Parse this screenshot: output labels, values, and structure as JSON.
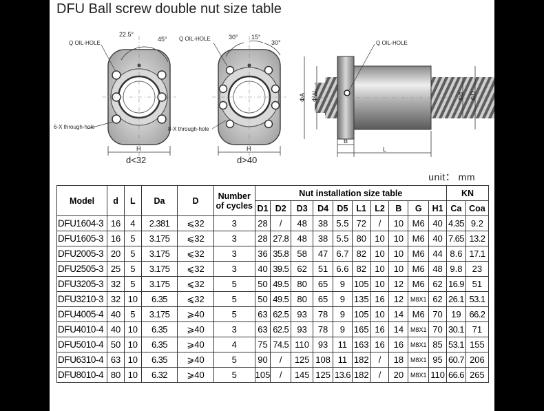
{
  "title": "DFU Ball screw double nut size table",
  "drawings": {
    "left": {
      "angle1": "22.5°",
      "angle2": "45°",
      "oil_hole": "Q OIL-HOLE",
      "through_hole": "6-X through-hole",
      "h_label": "H",
      "caption": "d<32"
    },
    "middle": {
      "angle1": "30°",
      "angle2": "15°",
      "angle3": "30°",
      "oil_hole": "Q OIL-HOLE",
      "through_hole": "8-X through-hole",
      "h_label": "H",
      "caption": "d>40"
    },
    "side": {
      "oil_hole": "Q OIL-HOLE",
      "dim_a": "ΦA",
      "dim_w": "ΦW",
      "dim_b": "B",
      "dim_l": "L",
      "dim_d": "Φd",
      "dim_d1": "ΦD"
    }
  },
  "unit_label": "unit： mm",
  "table": {
    "group_nut": "Nut installation size table",
    "group_kn": "KN",
    "col_model": "Model",
    "col_d": "d",
    "col_l": "L",
    "col_da": "Da",
    "col_D": "D",
    "col_cycles": "Number of cycles",
    "sub_headers": [
      "D1",
      "D2",
      "D3",
      "D4",
      "D5",
      "L1",
      "L2",
      "B",
      "G",
      "H1",
      "Ca",
      "Coa"
    ],
    "rows": [
      [
        "DFU1604-3",
        "16",
        "4",
        "2.381",
        "⩽32",
        "3",
        "28",
        "/",
        "48",
        "38",
        "5.5",
        "72",
        "/",
        "10",
        "M6",
        "40",
        "4.35",
        "9.2"
      ],
      [
        "DFU1605-3",
        "16",
        "5",
        "3.175",
        "⩽32",
        "3",
        "28",
        "27.8",
        "48",
        "38",
        "5.5",
        "80",
        "10",
        "10",
        "M6",
        "40",
        "7.65",
        "13.2"
      ],
      [
        "DFU2005-3",
        "20",
        "5",
        "3.175",
        "⩽32",
        "3",
        "36",
        "35.8",
        "58",
        "47",
        "6.7",
        "82",
        "10",
        "10",
        "M6",
        "44",
        "8.6",
        "17.1"
      ],
      [
        "DFU2505-3",
        "25",
        "5",
        "3.175",
        "⩽32",
        "3",
        "40",
        "39.5",
        "62",
        "51",
        "6.6",
        "82",
        "10",
        "10",
        "M6",
        "48",
        "9.8",
        "23"
      ],
      [
        "DFU3205-3",
        "32",
        "5",
        "3.175",
        "⩽32",
        "5",
        "50",
        "49.5",
        "80",
        "65",
        "9",
        "105",
        "10",
        "12",
        "M6",
        "62",
        "16.9",
        "51"
      ],
      [
        "DFU3210-3",
        "32",
        "10",
        "6.35",
        "⩽32",
        "5",
        "50",
        "49.5",
        "80",
        "65",
        "9",
        "135",
        "16",
        "12",
        "M8X1",
        "62",
        "26.1",
        "53.1"
      ],
      [
        "DFU4005-4",
        "40",
        "5",
        "3.175",
        "⩾40",
        "5",
        "63",
        "62.5",
        "93",
        "78",
        "9",
        "105",
        "10",
        "14",
        "M6",
        "70",
        "19",
        "66.2"
      ],
      [
        "DFU4010-4",
        "40",
        "10",
        "6.35",
        "⩾40",
        "3",
        "63",
        "62.5",
        "93",
        "78",
        "9",
        "165",
        "16",
        "14",
        "M8X1",
        "70",
        "30.1",
        "71"
      ],
      [
        "DFU5010-4",
        "50",
        "10",
        "6.35",
        "⩾40",
        "4",
        "75",
        "74.5",
        "110",
        "93",
        "11",
        "163",
        "16",
        "16",
        "M8X1",
        "85",
        "53.1",
        "155"
      ],
      [
        "DFU6310-4",
        "63",
        "10",
        "6.35",
        "⩾40",
        "5",
        "90",
        "/",
        "125",
        "108",
        "11",
        "182",
        "/",
        "18",
        "M8X1",
        "95",
        "60.7",
        "206"
      ],
      [
        "DFU8010-4",
        "80",
        "10",
        "6.32",
        "⩾40",
        "5",
        "105",
        "/",
        "145",
        "125",
        "13.6",
        "182",
        "/",
        "20",
        "M8X1",
        "110",
        "66.6",
        "265"
      ]
    ]
  }
}
